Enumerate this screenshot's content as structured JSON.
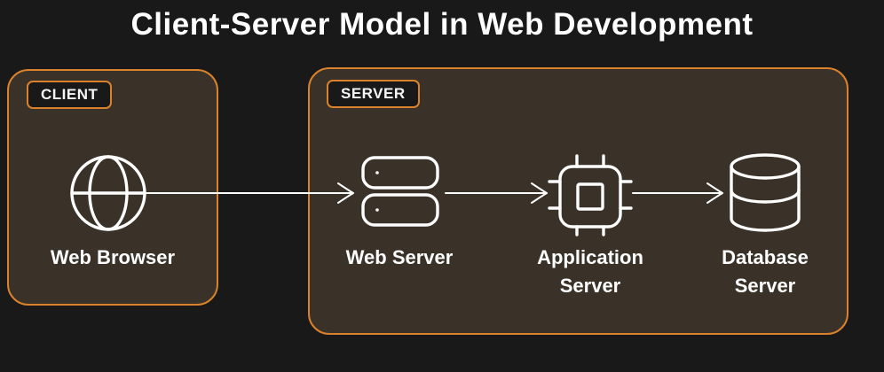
{
  "title": "Client-Server Model in Web Development",
  "colors": {
    "background": "#191919",
    "box_fill": "#3a3228",
    "box_border": "#d9822b",
    "badge_background": "#191919",
    "text": "#ffffff",
    "arrow": "#ffffff"
  },
  "client": {
    "badge": "CLIENT",
    "nodes": [
      {
        "label": "Web Browser",
        "icon": "globe-icon"
      }
    ]
  },
  "server": {
    "badge": "SERVER",
    "nodes": [
      {
        "label": "Web Server",
        "icon": "server-rack-icon"
      },
      {
        "label": "Application Server",
        "icon": "cpu-icon"
      },
      {
        "label": "Database Server",
        "icon": "database-icon"
      }
    ]
  },
  "connections": [
    {
      "from": "web-browser",
      "to": "web-server"
    },
    {
      "from": "web-server",
      "to": "application-server"
    },
    {
      "from": "application-server",
      "to": "database-server"
    }
  ]
}
